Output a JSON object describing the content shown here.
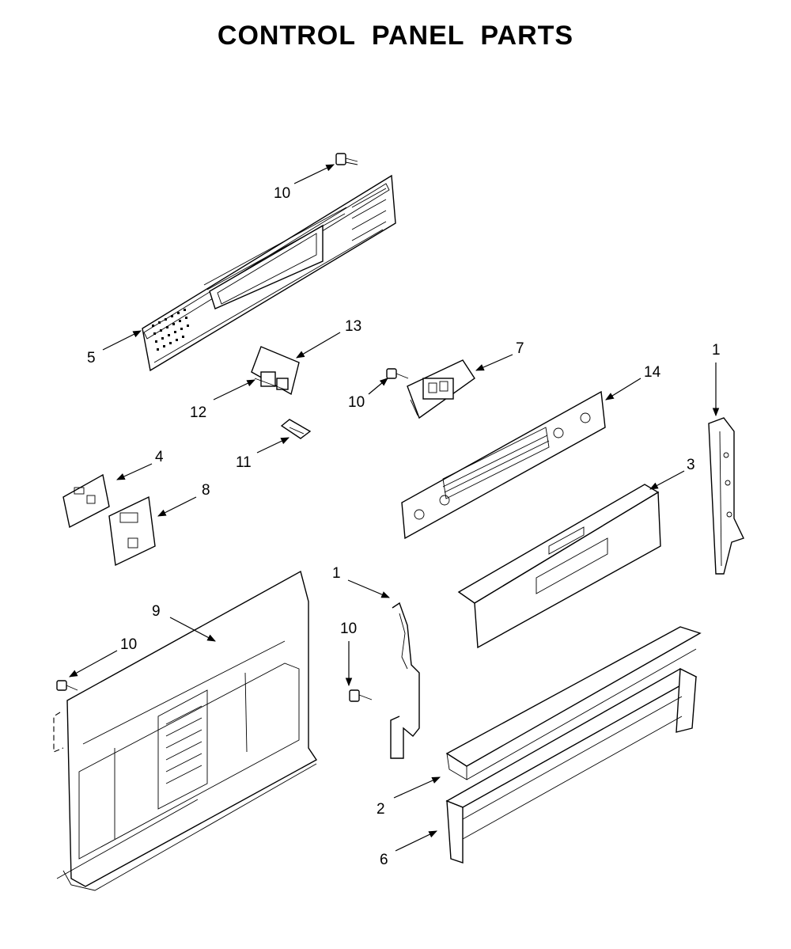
{
  "title": "CONTROL PANEL PARTS",
  "parts": {
    "p10a": "10",
    "p5": "5",
    "p13": "13",
    "p12": "12",
    "p7": "7",
    "p10b": "10",
    "p14": "14",
    "p1a": "1",
    "p11": "11",
    "p4": "4",
    "p8": "8",
    "p3": "3",
    "p9": "9",
    "p10c": "10",
    "p1b": "1",
    "p10d": "10",
    "p2": "2",
    "p6": "6"
  }
}
